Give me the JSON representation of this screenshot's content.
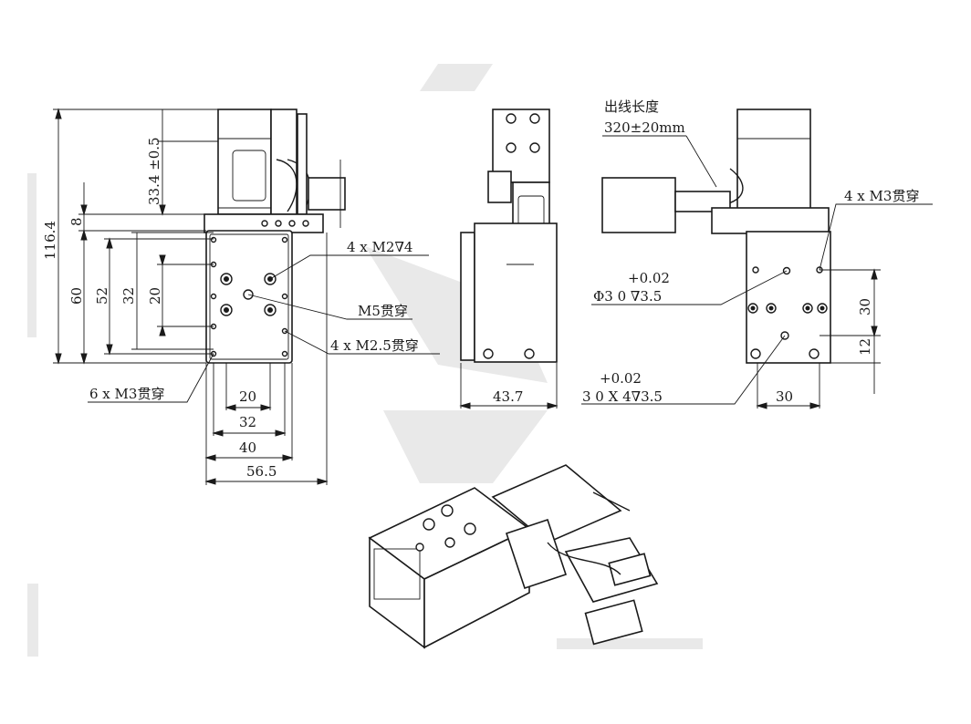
{
  "front_view": {
    "total_height": "116.4",
    "tolerance_height": "33.4 ±0.5",
    "offset_top": "8",
    "plate_height": "60",
    "hole_spacing_outer": "52",
    "hole_spacing_mid": "32",
    "hole_spacing_inner": "20",
    "width_inner": "20",
    "width_mid": "32",
    "width_outer": "40",
    "total_width": "56.5",
    "callout_m2": "4 x M2∇4",
    "callout_m5": "M5贯穿",
    "callout_m25": "4 x M2.5贯穿",
    "callout_m3": "6 x M3贯穿"
  },
  "side_view": {
    "width": "43.7",
    "cable_label": "出线长度",
    "cable_length": "320±20mm"
  },
  "rear_view": {
    "callout_m3": "4 x M3贯穿",
    "pin_tol_1": "+0.02",
    "pin_spec_1": "Φ3  0   ∇3.5",
    "pin_tol_2": "+0.02",
    "pin_spec_2": "3  0     X 4∇3.5",
    "hole_spacing_v": "30",
    "hole_offset_v": "12",
    "hole_spacing_h": "30"
  }
}
